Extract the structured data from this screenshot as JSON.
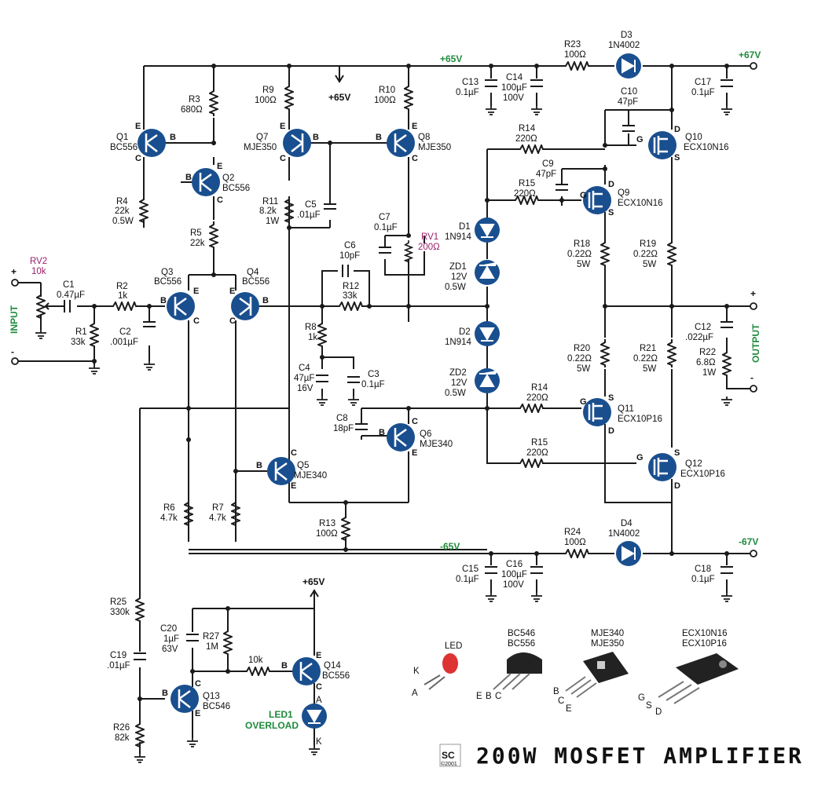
{
  "title": "200W MOSFET AMPLIFIER",
  "logo": "SC",
  "logo_year": "©2001",
  "colors": {
    "transistor": "#1a4f8f",
    "rail_label": "#1f8a3c",
    "pot_label": "#9a1f6a",
    "wire": "#1a1a1a"
  },
  "rails": {
    "pos65": "+65V",
    "pos67": "+67V",
    "neg65": "-65V",
    "neg67": "-67V",
    "pos65_b": "+65V",
    "pos65_c": "+65V"
  },
  "io": {
    "input": "INPUT",
    "output": "OUTPUT",
    "plus": "+",
    "minus": "-"
  },
  "transistors": [
    {
      "ref": "Q1",
      "type": "BC556"
    },
    {
      "ref": "Q2",
      "type": "BC556"
    },
    {
      "ref": "Q3",
      "type": "BC556"
    },
    {
      "ref": "Q4",
      "type": "BC556"
    },
    {
      "ref": "Q5",
      "type": "MJE340"
    },
    {
      "ref": "Q6",
      "type": "MJE340"
    },
    {
      "ref": "Q7",
      "type": "MJE350"
    },
    {
      "ref": "Q8",
      "type": "MJE350"
    },
    {
      "ref": "Q9",
      "type": "ECX10N16"
    },
    {
      "ref": "Q10",
      "type": "ECX10N16"
    },
    {
      "ref": "Q11",
      "type": "ECX10P16"
    },
    {
      "ref": "Q12",
      "type": "ECX10P16"
    },
    {
      "ref": "Q13",
      "type": "BC546"
    },
    {
      "ref": "Q14",
      "type": "BC556"
    }
  ],
  "resistors": [
    {
      "ref": "R1",
      "value": "33k"
    },
    {
      "ref": "R2",
      "value": "1k"
    },
    {
      "ref": "R3",
      "value": "680Ω"
    },
    {
      "ref": "R4",
      "value": "22k",
      "rating": "0.5W"
    },
    {
      "ref": "R5",
      "value": "22k"
    },
    {
      "ref": "R6",
      "value": "4.7k"
    },
    {
      "ref": "R7",
      "value": "4.7k"
    },
    {
      "ref": "R8",
      "value": "1k"
    },
    {
      "ref": "R9",
      "value": "100Ω"
    },
    {
      "ref": "R10",
      "value": "100Ω"
    },
    {
      "ref": "R11",
      "value": "8.2k",
      "rating": "1W"
    },
    {
      "ref": "R12",
      "value": "33k"
    },
    {
      "ref": "R13",
      "value": "100Ω"
    },
    {
      "ref": "R14",
      "value": "220Ω"
    },
    {
      "ref": "R15",
      "value": "220Ω"
    },
    {
      "ref": "R14",
      "value": "220Ω"
    },
    {
      "ref": "R15",
      "value": "220Ω"
    },
    {
      "ref": "R18",
      "value": "0.22Ω",
      "rating": "5W"
    },
    {
      "ref": "R19",
      "value": "0.22Ω",
      "rating": "5W"
    },
    {
      "ref": "R20",
      "value": "0.22Ω",
      "rating": "5W"
    },
    {
      "ref": "R21",
      "value": "0.22Ω",
      "rating": "5W"
    },
    {
      "ref": "R22",
      "value": "6.8Ω",
      "rating": "1W"
    },
    {
      "ref": "R23",
      "value": "100Ω"
    },
    {
      "ref": "R24",
      "value": "100Ω"
    },
    {
      "ref": "R25",
      "value": "330k"
    },
    {
      "ref": "R26",
      "value": "82k"
    },
    {
      "ref": "R27",
      "value": "1M"
    },
    {
      "ref": "",
      "value": "10k"
    }
  ],
  "capacitors": [
    {
      "ref": "C1",
      "value": "0.47µF"
    },
    {
      "ref": "C2",
      "value": ".001µF"
    },
    {
      "ref": "C3",
      "value": "0.1µF"
    },
    {
      "ref": "C4",
      "value": "47µF",
      "rating": "16V"
    },
    {
      "ref": "C5",
      "value": ".01µF"
    },
    {
      "ref": "C6",
      "value": "10pF"
    },
    {
      "ref": "C7",
      "value": "0.1µF"
    },
    {
      "ref": "C8",
      "value": "18pF"
    },
    {
      "ref": "C9",
      "value": "47pF"
    },
    {
      "ref": "C10",
      "value": "47pF"
    },
    {
      "ref": "C12",
      "value": ".022µF"
    },
    {
      "ref": "C13",
      "value": "0.1µF"
    },
    {
      "ref": "C14",
      "value": "100µF",
      "rating": "100V"
    },
    {
      "ref": "C15",
      "value": "0.1µF"
    },
    {
      "ref": "C16",
      "value": "100µF",
      "rating": "100V"
    },
    {
      "ref": "C17",
      "value": "0.1µF"
    },
    {
      "ref": "C18",
      "value": "0.1µF"
    },
    {
      "ref": "C19",
      "value": ".01µF"
    },
    {
      "ref": "C20",
      "value": "1µF",
      "rating": "63V"
    }
  ],
  "diodes": [
    {
      "ref": "D1",
      "type": "1N914"
    },
    {
      "ref": "D2",
      "type": "1N914"
    },
    {
      "ref": "D3",
      "type": "1N4002"
    },
    {
      "ref": "D4",
      "type": "1N4002"
    },
    {
      "ref": "ZD1",
      "type": "12V",
      "rating": "0.5W"
    },
    {
      "ref": "ZD2",
      "type": "12V",
      "rating": "0.5W"
    }
  ],
  "pots": [
    {
      "ref": "RV1",
      "value": "200Ω"
    },
    {
      "ref": "RV2",
      "value": "10k"
    }
  ],
  "led": {
    "ref": "LED1",
    "label": "OVERLOAD",
    "anode": "A",
    "cathode": "K"
  },
  "pinouts": [
    {
      "name": "LED",
      "pins": [
        "K",
        "A"
      ]
    },
    {
      "name": "BC546",
      "name2": "BC556",
      "pins": [
        "E",
        "B",
        "C"
      ]
    },
    {
      "name": "MJE340",
      "name2": "MJE350",
      "pins": [
        "B",
        "C",
        "E"
      ]
    },
    {
      "name": "ECX10N16",
      "name2": "ECX10P16",
      "pins": [
        "G",
        "S",
        "D"
      ]
    }
  ],
  "pins": {
    "e": "E",
    "b": "B",
    "c": "C",
    "g": "G",
    "s": "S",
    "d": "D"
  }
}
